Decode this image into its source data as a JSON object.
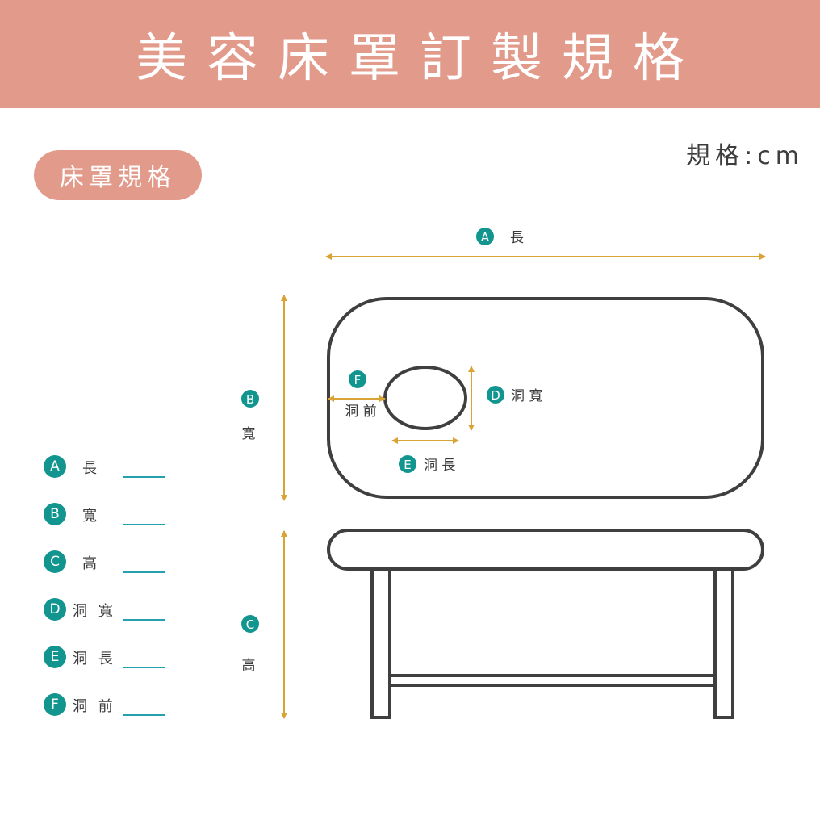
{
  "banner": {
    "title": "美容床罩訂製規格"
  },
  "unit_label": "規格:cm",
  "section_title": "床罩規格",
  "colors": {
    "banner": "#e29a8b",
    "badge": "#12958e",
    "dimension_arrow": "#d9a335",
    "outline": "#3f3f3f",
    "blank_line": "#25a0ae"
  },
  "dimensions": {
    "A": {
      "badge": "A",
      "label": "長"
    },
    "B": {
      "badge": "B",
      "label": "寬"
    },
    "C": {
      "badge": "C",
      "label": "高"
    },
    "D": {
      "badge": "D",
      "label": "洞 寬"
    },
    "E": {
      "badge": "E",
      "label": "洞 長"
    },
    "F": {
      "badge": "F",
      "label": "洞 前"
    }
  },
  "legend": [
    {
      "badge": "A",
      "label": "長"
    },
    {
      "badge": "B",
      "label": "寬"
    },
    {
      "badge": "C",
      "label": "高"
    },
    {
      "badge": "D",
      "label": "洞 寬"
    },
    {
      "badge": "E",
      "label": "洞 長"
    },
    {
      "badge": "F",
      "label": "洞 前"
    }
  ]
}
